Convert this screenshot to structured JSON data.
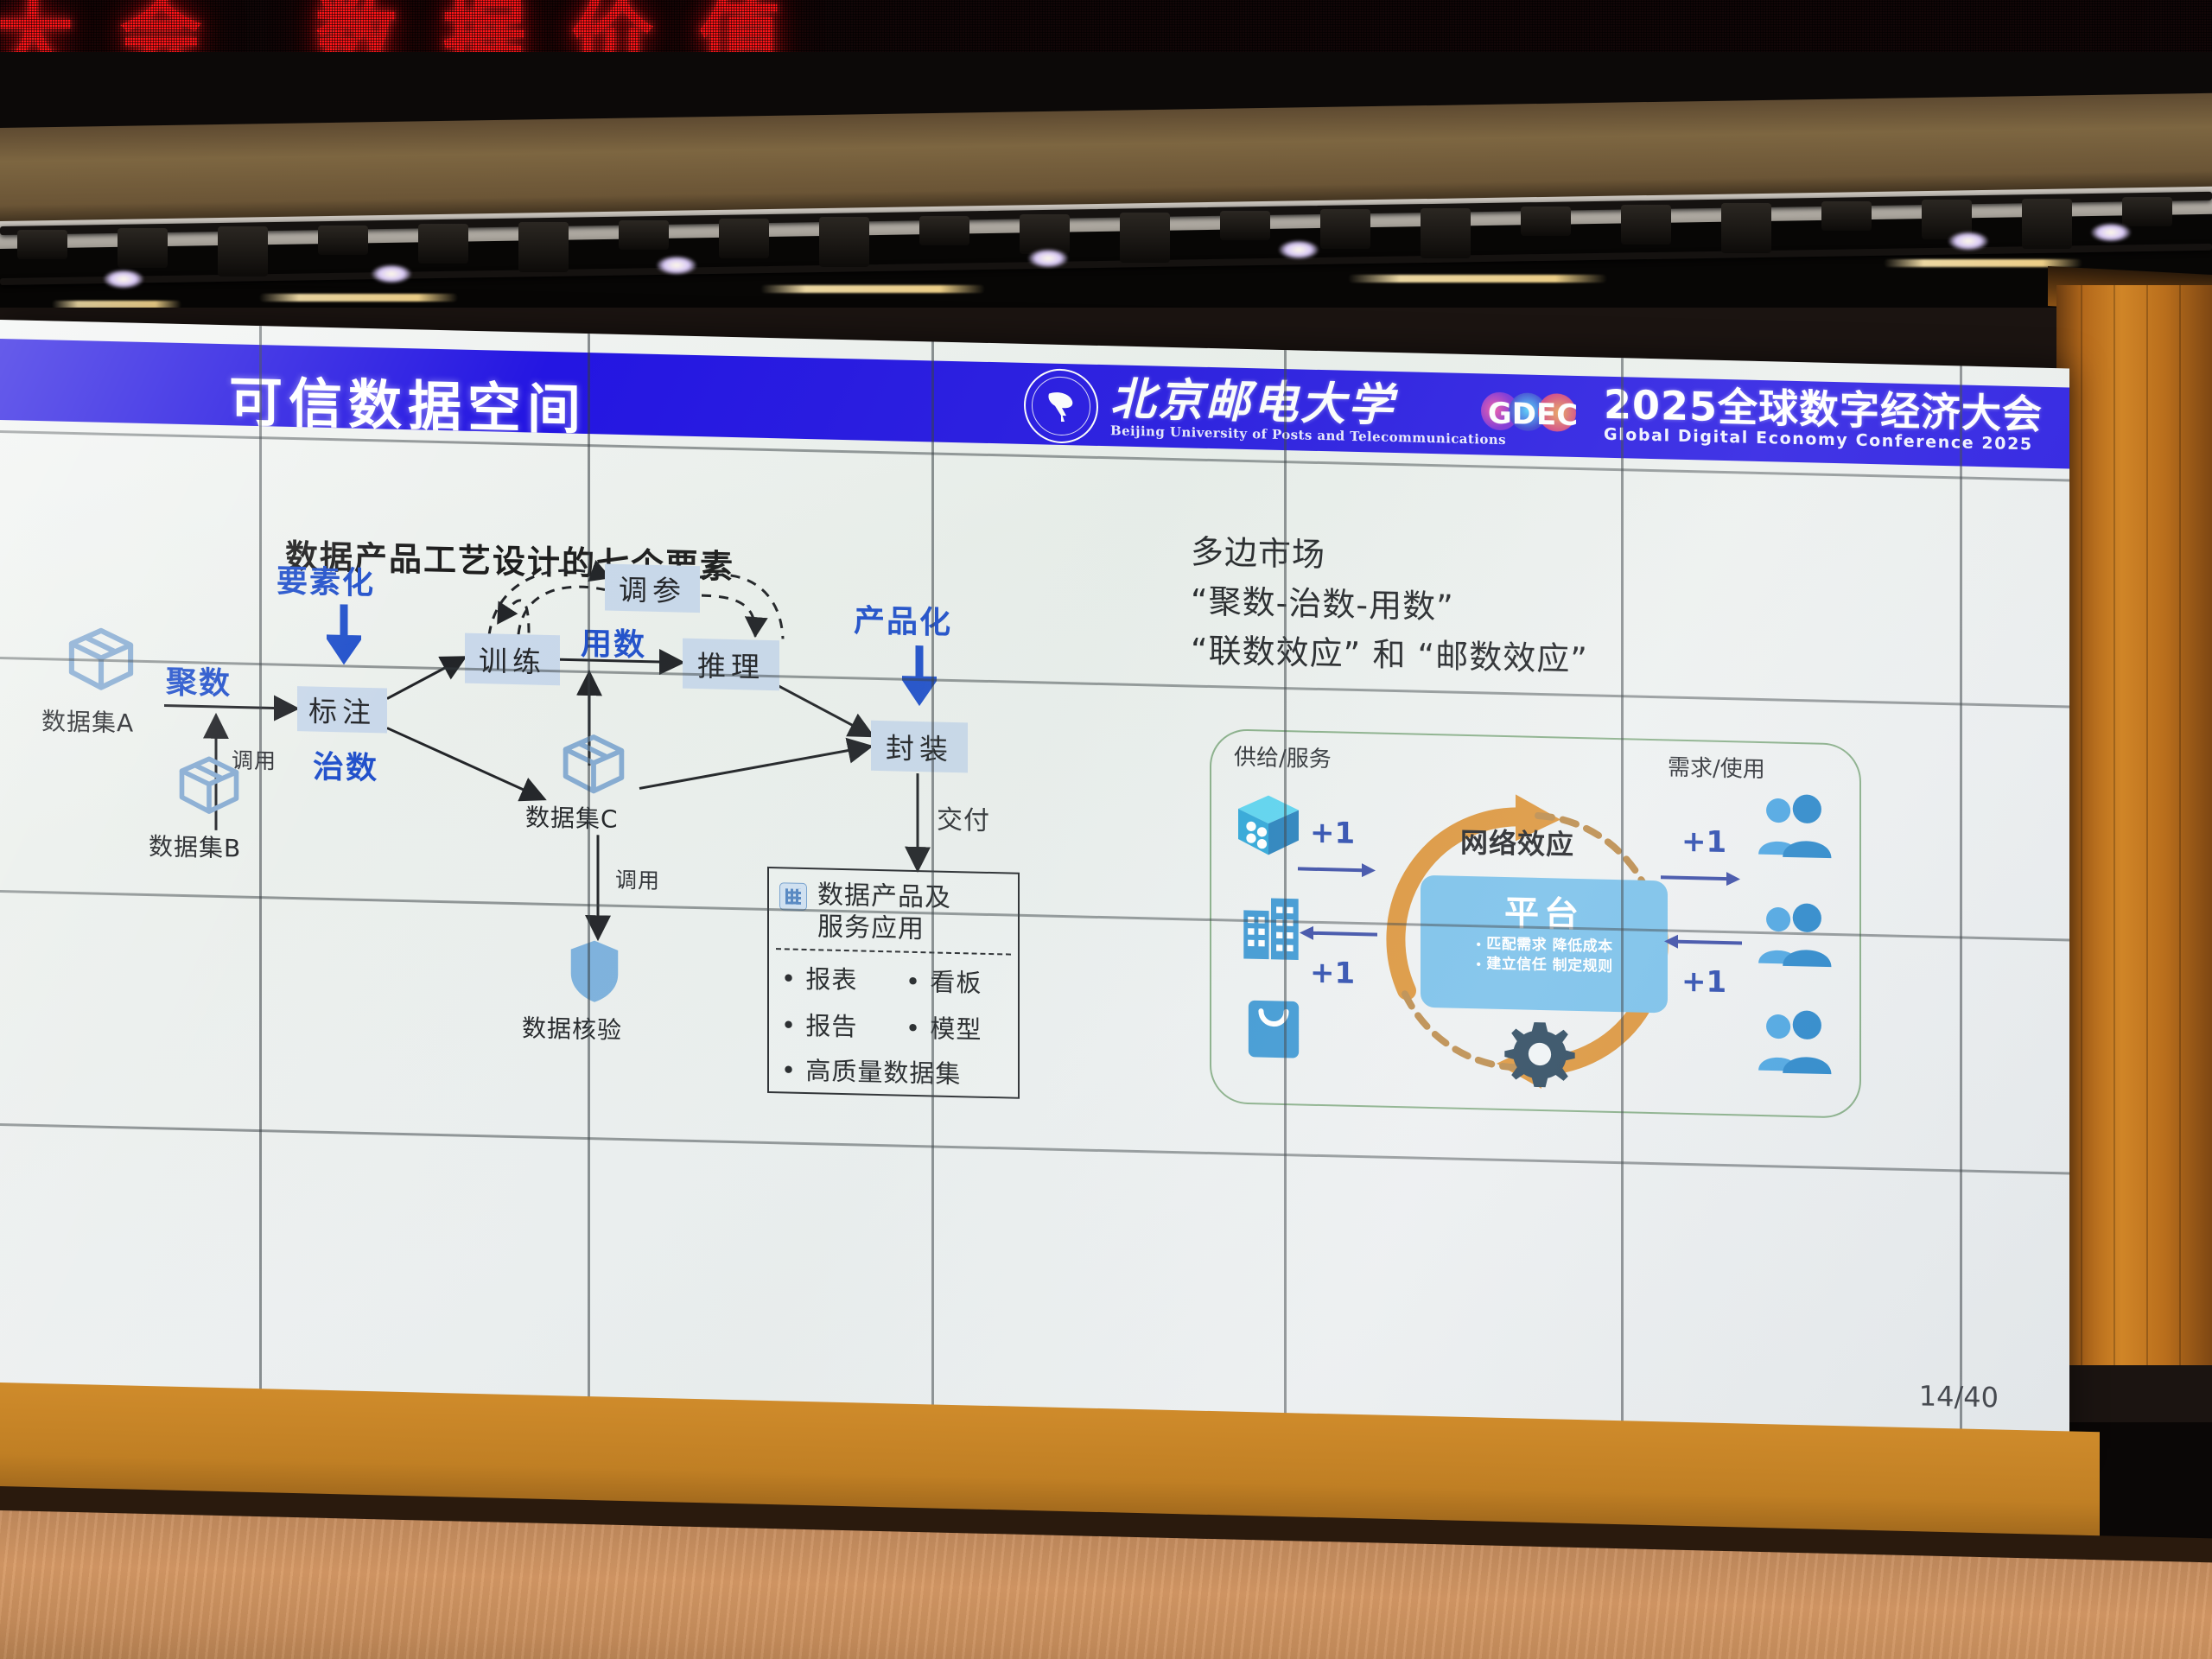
{
  "venue": {
    "led_banner_text": "大会 数据价值",
    "curtain_color": "#c07f24",
    "stage_floor": "wood"
  },
  "slide": {
    "header": {
      "title": "可信数据空间",
      "bar_color": "#1809e0",
      "university": {
        "name_cn": "北京邮电大学",
        "name_en": "Beijing University of Posts and Telecommunications",
        "seal_icon": "bupt-seal-icon"
      },
      "conference": {
        "logo_text": "GDEC",
        "name_cn": "2025全球数字经济大会",
        "name_en": "Global Digital Economy Conference 2025"
      }
    },
    "left_panel": {
      "title": "数据产品工艺设计的七个要素",
      "stage_labels": {
        "aggregate": "聚数",
        "elementize": "要素化",
        "govern": "治数",
        "use": "用数",
        "productize": "产品化"
      },
      "nodes": {
        "annotate": "标注",
        "train": "训练",
        "tune": "调参",
        "infer": "推理",
        "package": "封装"
      },
      "datasets": {
        "a": "数据集A",
        "b": "数据集B",
        "c": "数据集C",
        "verify": "数据核验"
      },
      "edges": {
        "call_1": "调用",
        "call_2": "调用",
        "deliver": "交付"
      },
      "product_box": {
        "title_line1": "数据产品及",
        "title_line2": "服务应用",
        "icon": "table-grid-icon",
        "items": [
          "报表",
          "看板",
          "报告",
          "模型"
        ],
        "full_width_item": "高质量数据集"
      }
    },
    "right_panel": {
      "heading_line1": "多边市场",
      "heading_line2": "“聚数-治数-用数”",
      "heading_line3": "“联数效应” 和 “邮数效应”",
      "supply_label": "供给/服务",
      "demand_label": "需求/使用",
      "network_effect_label": "网络效应",
      "platform": {
        "title": "平台",
        "bullets_line1": "匹配需求  降低成本",
        "bullets_line2": "建立信任  制定规则"
      },
      "plus_labels": [
        "+1",
        "+1",
        "+1",
        "+1"
      ],
      "supply_icons": [
        "cube-icon",
        "building-icon",
        "shopping-bag-icon"
      ],
      "demand_icons": [
        "user-group-icon",
        "user-group-icon",
        "user-group-icon"
      ],
      "gear_icon": "gear-icon",
      "cycle_icon": "circular-arrow-icon",
      "accent_orange": "#d98c2b",
      "accent_blue": "#2d8fd0"
    },
    "page_number": "14/40"
  }
}
